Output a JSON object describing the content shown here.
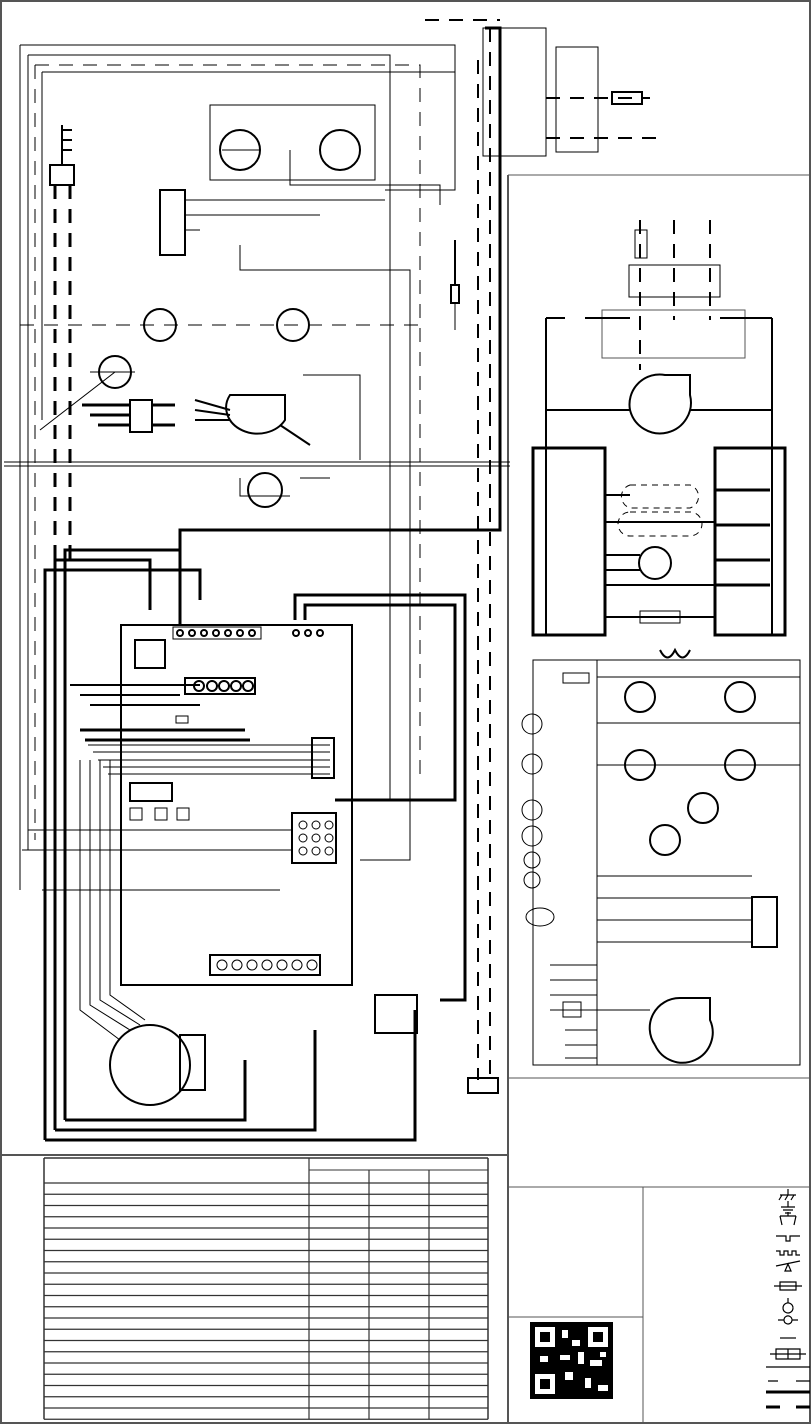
{
  "diagram": {
    "type": "wiring-schematic",
    "title": "",
    "panels": [
      "connection-diagram",
      "ladder-schematic",
      "wire-table",
      "symbol-legend"
    ],
    "wire_table": {
      "header_rows": 2,
      "data_rows": 21,
      "columns": 4,
      "group_header_columns": 3
    },
    "legend_symbols": [
      "chassis-ground-icon",
      "earth-ground-icon",
      "plug-connector-icon",
      "thermal-switch-icon",
      "heating-element-icon",
      "pressure-switch-icon",
      "fuse-icon",
      "terminal-icon",
      "junction-icon",
      "wire-line-icon",
      "inline-connector-icon",
      "field-wire-icon",
      "dashed-wire-icon",
      "high-voltage-wire-icon",
      "high-voltage-dashed-wire-icon"
    ],
    "colors": {
      "line": "#000000",
      "background": "#ffffff",
      "frame": "#555555"
    }
  }
}
